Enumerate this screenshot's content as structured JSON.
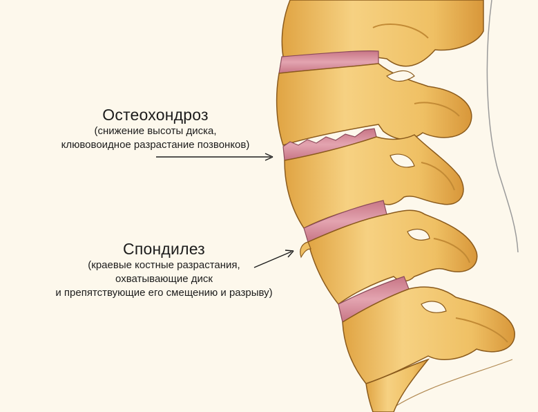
{
  "labels": {
    "osteochondrosis": {
      "title": "Остеохондроз",
      "line1": "(снижение высоты диска,",
      "line2": "клювовоидное разрастание позвонков)"
    },
    "spondylosis": {
      "title": "Спондилез",
      "line1": "(краевые костные разрастания,",
      "line2": "охватывающие диск",
      "line3": "и препятствующие его смещению и разрыву)"
    }
  },
  "colors": {
    "background": "#fdf8ec",
    "bone": "#f1c56d",
    "bone_shade": "#d49a3a",
    "outline": "#8a5a1c",
    "disc": "#d88f9c",
    "text": "#1c1c1c"
  }
}
